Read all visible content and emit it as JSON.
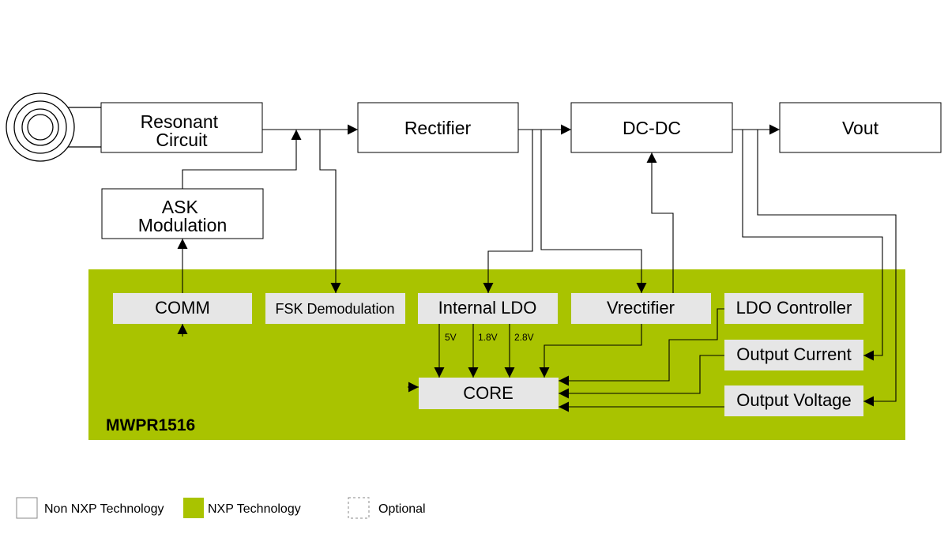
{
  "colors": {
    "nxp_green": "#a9c300",
    "grey_box": "#e6e6e6",
    "line": "#000000"
  },
  "blocks": {
    "resonant_circuit": "Resonant\nCircuit",
    "rectifier": "Rectifier",
    "dcdc": "DC-DC",
    "vout": "Vout",
    "ask_modulation": "ASK\nModulation"
  },
  "chip": {
    "name": "MWPR1516",
    "comm": "COMM",
    "fsk": "FSK Demodulation",
    "internal_ldo": "Internal LDO",
    "vrectifier": "Vrectifier",
    "ldo_controller": "LDO Controller",
    "output_current": "Output Current",
    "output_voltage": "Output Voltage",
    "core": "CORE",
    "v5": "5V",
    "v18": "1.8V",
    "v28": "2.8V"
  },
  "legend": {
    "non_nxp": "Non NXP Technology",
    "nxp": "NXP Technology",
    "optional": "Optional"
  }
}
